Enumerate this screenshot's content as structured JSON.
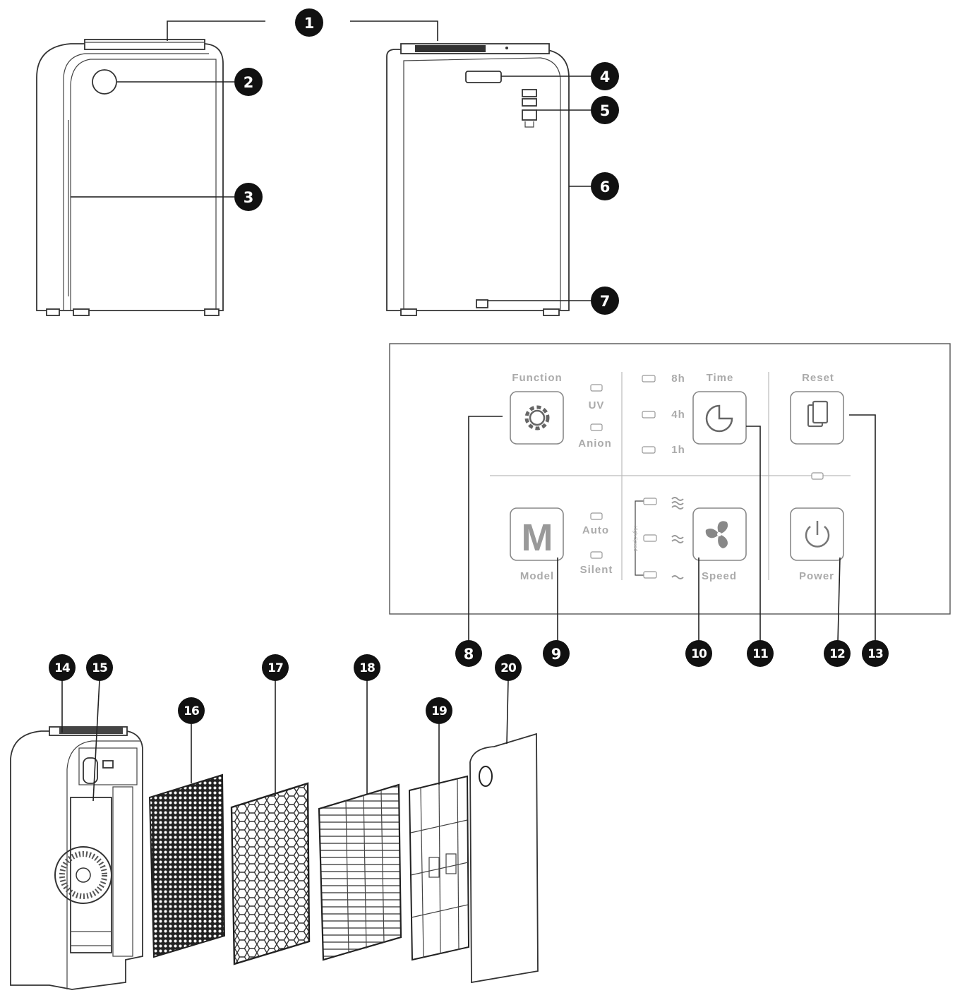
{
  "callouts": [
    "1",
    "2",
    "3",
    "4",
    "5",
    "6",
    "7",
    "8",
    "9",
    "10",
    "11",
    "12",
    "13",
    "14",
    "15",
    "16",
    "17",
    "18",
    "19",
    "20"
  ],
  "panel": {
    "function_label": "Function",
    "time_label": "Time",
    "reset_label": "Reset",
    "model_label": "Model",
    "speed_label": "Speed",
    "power_label": "Power",
    "uv_label": "UV",
    "anion_label": "Anion",
    "auto_label": "Auto",
    "silent_label": "Silent",
    "time_8h": "8h",
    "time_4h": "4h",
    "time_1h": "1h",
    "high_speed_label": "High Speed",
    "model_button_glyph": "M"
  }
}
